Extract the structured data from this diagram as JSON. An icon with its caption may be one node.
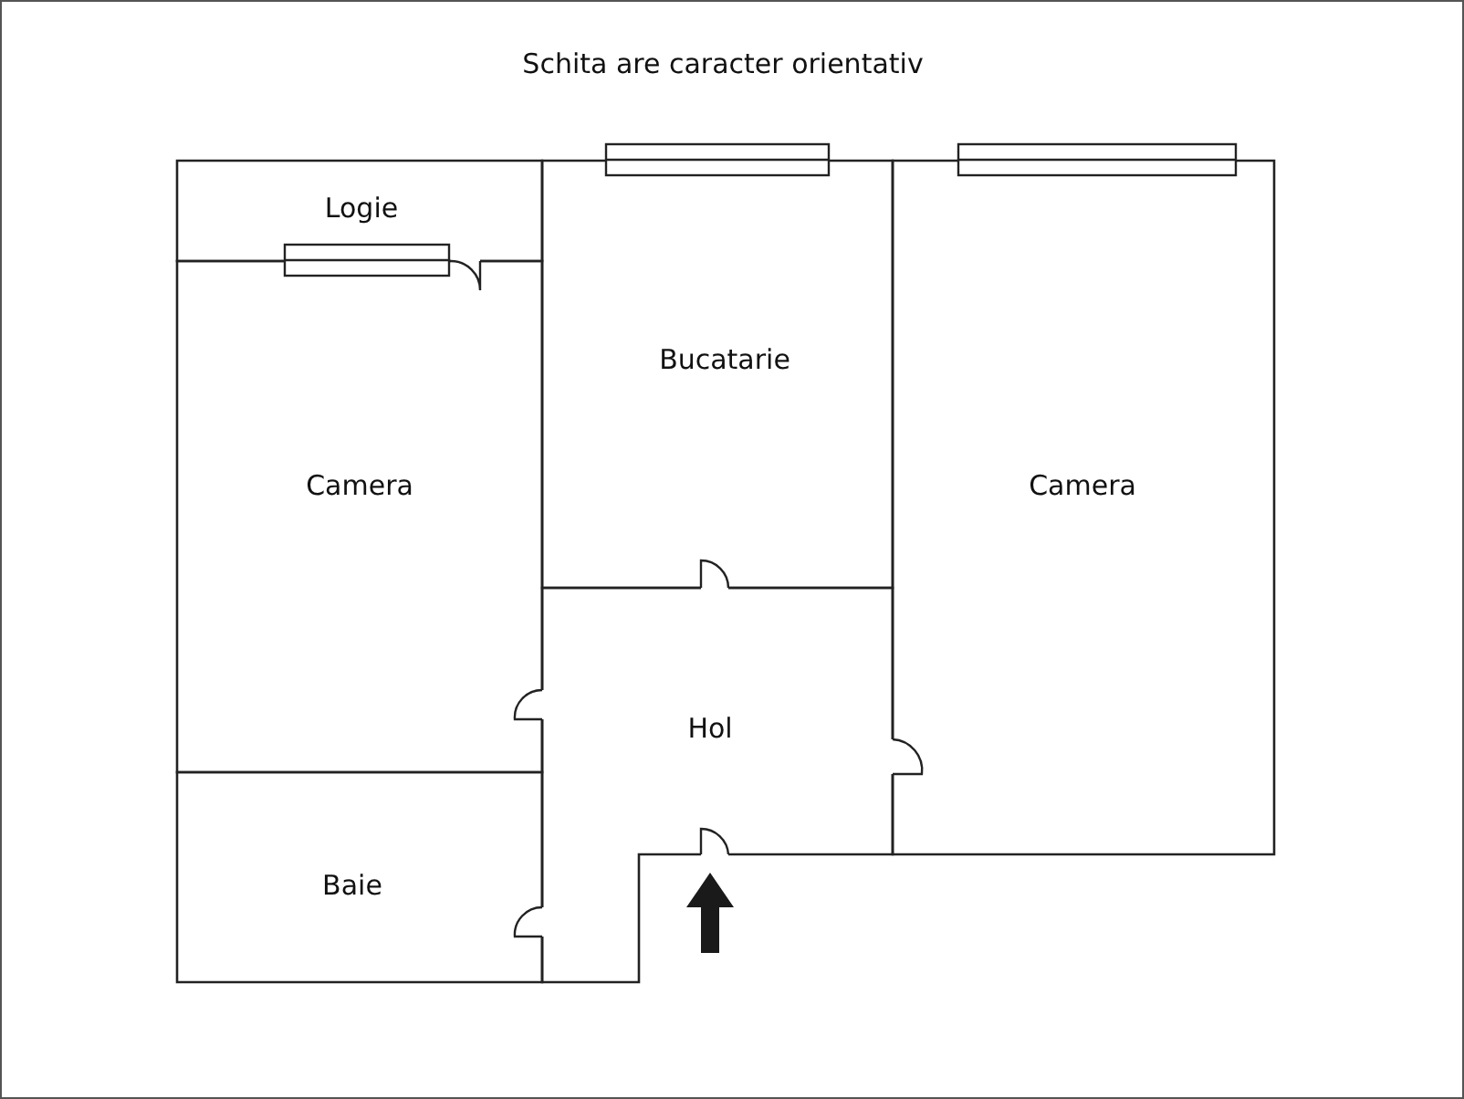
{
  "diagram": {
    "title": "Schita are caracter orientativ",
    "nodes": [
      {
        "text": [
          "Logie"
        ]
      },
      {
        "text": [
          "Camera"
        ]
      },
      {
        "text": [
          "Bucatarie"
        ]
      },
      {
        "text": [
          "Camera"
        ]
      },
      {
        "text": [
          "Hol"
        ]
      },
      {
        "text": [
          "Baie"
        ]
      }
    ],
    "edges": []
  }
}
